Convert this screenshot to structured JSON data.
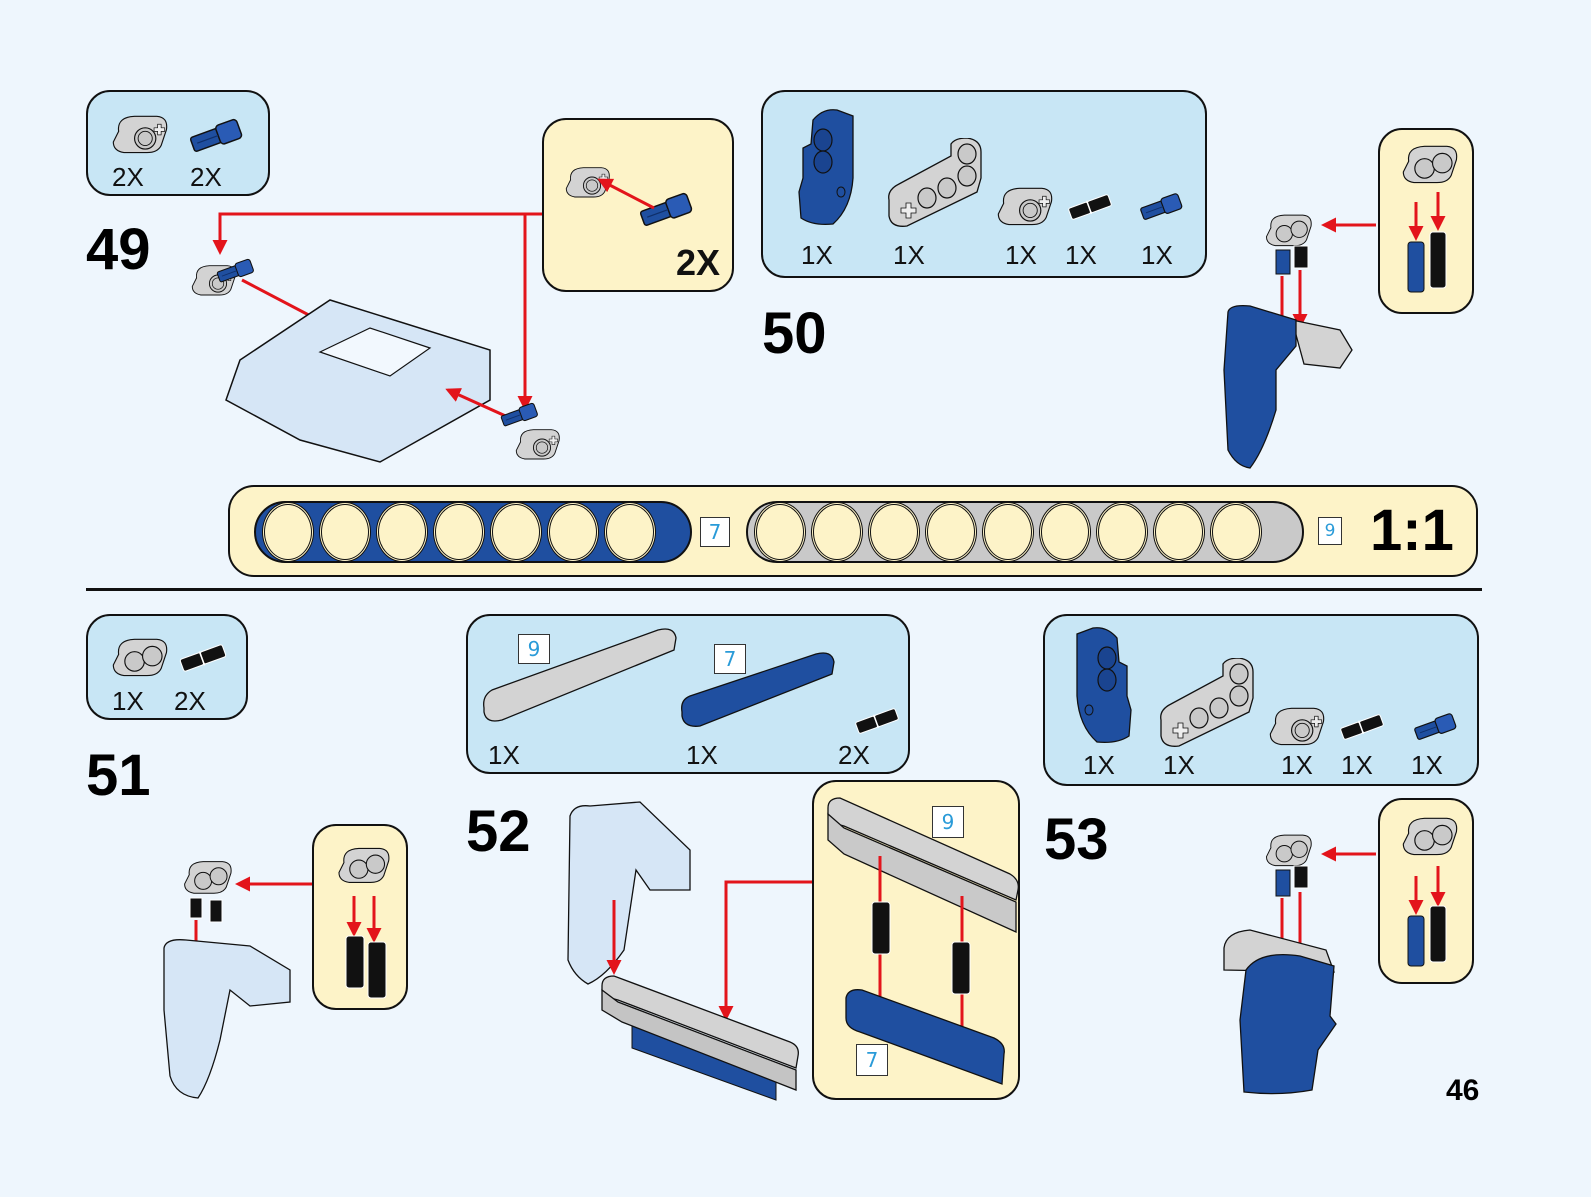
{
  "page_number": "46",
  "colors": {
    "page_bg": "#eef6fd",
    "parts_box_bg": "#c8e6f5",
    "callout_bg": "#fdf3c8",
    "arrow": "#e3141b",
    "beam_blue": "#1f4fa0",
    "beam_gray": "#c9c9c9",
    "length_label": "#2a9bd8"
  },
  "scale_ruler": {
    "ratio_label": "1:1",
    "beams": [
      {
        "color": "blue",
        "length_label": "7",
        "holes": 7
      },
      {
        "color": "gray",
        "length_label": "9",
        "holes": 9
      }
    ]
  },
  "steps": [
    {
      "number": "49",
      "parts": [
        {
          "name": "1x2 beam with axle hole",
          "color": "light-gray",
          "qty": "2X"
        },
        {
          "name": "axle pin",
          "color": "blue",
          "qty": "2X"
        }
      ],
      "callouts": [
        {
          "qty": "2X",
          "description": "attach axle pin to 1x2 beam"
        }
      ]
    },
    {
      "number": "50",
      "parts": [
        {
          "name": "panel connector",
          "color": "blue",
          "qty": "1X"
        },
        {
          "name": "L-beam 2x4",
          "color": "light-gray",
          "qty": "1X"
        },
        {
          "name": "1x2 beam with axle hole",
          "color": "light-gray",
          "qty": "1X"
        },
        {
          "name": "friction pin long",
          "color": "black",
          "qty": "1X"
        },
        {
          "name": "axle pin",
          "color": "blue",
          "qty": "1X"
        }
      ],
      "callouts": [
        {
          "qty": "",
          "description": "beam with axle pin and friction pin"
        }
      ]
    },
    {
      "number": "51",
      "parts": [
        {
          "name": "1x2 beam",
          "color": "light-gray",
          "qty": "1X"
        },
        {
          "name": "friction pin long",
          "color": "black",
          "qty": "2X"
        }
      ],
      "callouts": [
        {
          "qty": "",
          "description": "beam with two friction pins"
        }
      ]
    },
    {
      "number": "52",
      "parts": [
        {
          "name": "beam 9",
          "color": "light-gray",
          "qty": "1X",
          "length_label": "9"
        },
        {
          "name": "beam 7",
          "color": "blue",
          "qty": "1X",
          "length_label": "7"
        },
        {
          "name": "friction pin long",
          "color": "black",
          "qty": "2X"
        }
      ],
      "callouts": [
        {
          "qty": "",
          "description": "join beam 9 and beam 7",
          "labels": [
            "9",
            "7"
          ]
        }
      ]
    },
    {
      "number": "53",
      "parts": [
        {
          "name": "panel connector",
          "color": "blue",
          "qty": "1X"
        },
        {
          "name": "L-beam 2x4",
          "color": "light-gray",
          "qty": "1X"
        },
        {
          "name": "1x2 beam with axle hole",
          "color": "light-gray",
          "qty": "1X"
        },
        {
          "name": "friction pin long",
          "color": "black",
          "qty": "1X"
        },
        {
          "name": "axle pin",
          "color": "blue",
          "qty": "1X"
        }
      ],
      "callouts": [
        {
          "qty": "",
          "description": "beam with axle pin and friction pin"
        }
      ]
    }
  ]
}
